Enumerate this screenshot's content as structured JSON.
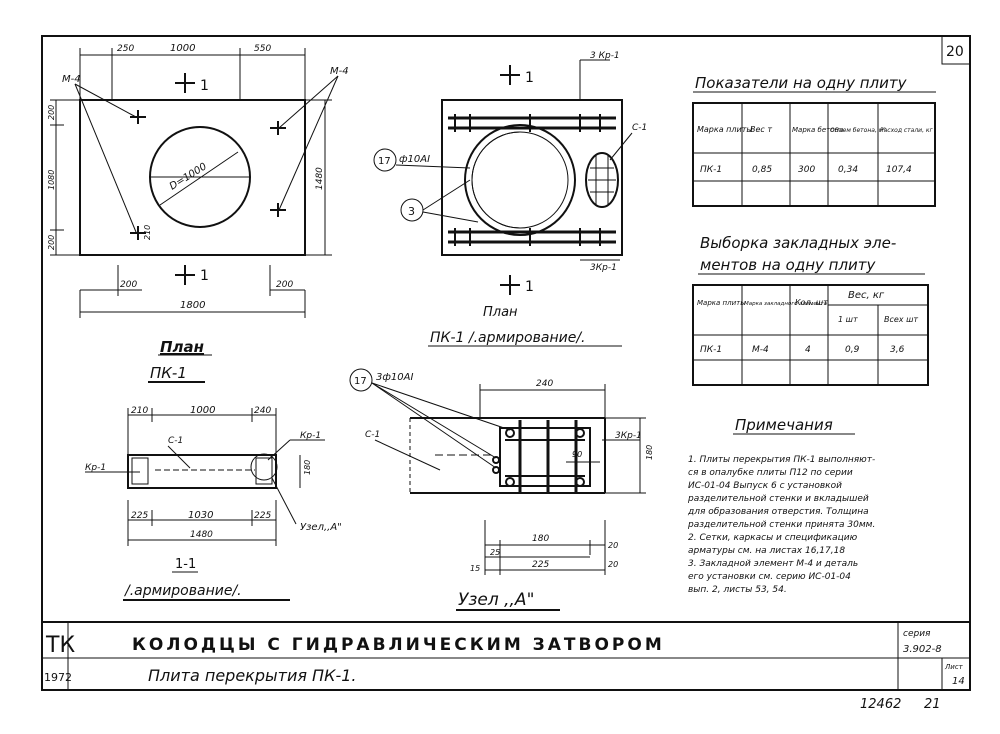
{
  "sheet": {
    "page_no": "20",
    "bottom_code": "12462",
    "bottom_sheet": "21"
  },
  "title_block": {
    "org": "ТК",
    "year": "1972",
    "title": "КОЛОДЦЫ  С  ГИДРАВЛИЧЕСКИМ  ЗАТВОРОМ",
    "subtitle": "Плита перекрытия ПК-1.",
    "series_label": "серия",
    "series_value": "3.902-8",
    "sheet_label": "Лист",
    "sheet_value": "14"
  },
  "plan_view": {
    "caption_1": "План",
    "caption_2": "ПК-1",
    "dims_top": [
      "250",
      "1000",
      "550"
    ],
    "dim_bottom": "1800",
    "dims_bottom_small": [
      "200",
      "200"
    ],
    "dim_right": "1480",
    "dims_left": [
      "200",
      "1080",
      "200"
    ],
    "dim_inner": "210",
    "diameter": "D=1000",
    "embed_left": "М-4",
    "embed_right": "М-4",
    "section_mark": "1"
  },
  "reinf_view": {
    "caption_1": "План",
    "caption_2": "ПК-1 /.армирование/.",
    "cage_top": "3 Кр-1",
    "cage_bottom": "3Кр-1",
    "mesh": "С-1",
    "bar_callout": "17",
    "bar_spec": "ф10АI",
    "callout_3": "3",
    "section_mark": "1"
  },
  "section_view": {
    "caption_1": "1-1",
    "caption_2": "/.армирование/.",
    "dims_top": [
      "210",
      "1000",
      "240"
    ],
    "dims_bottom": [
      "225",
      "1030",
      "225"
    ],
    "dim_total": "1480",
    "dim_height": "180",
    "mesh": "С-1",
    "cage_right": "Кр-1",
    "cage_left": "Кр-1",
    "node_ref": "Узел,,А\""
  },
  "node_view": {
    "caption": "Узел ,,А\"",
    "callout": "17",
    "bar_spec": "3ф10АI",
    "mesh": "С-1",
    "cage": "3Кр-1",
    "dim_top": "240",
    "dim_height": "180",
    "dim_90": "90",
    "dim_180": "180",
    "dim_20a": "20",
    "dim_25": "25",
    "dim_225": "225",
    "dim_20b": "20",
    "dim_15": "15"
  },
  "table1": {
    "title": "Показатели на одну плиту",
    "headers": [
      "Марка плиты",
      "Вес т",
      "Марка бетона",
      "Объем бетона, м³",
      "Расход стали, кг"
    ],
    "rows": [
      [
        "ПК-1",
        "0,85",
        "300",
        "0,34",
        "107,4"
      ]
    ]
  },
  "table2": {
    "title_1": "Выборка закладных эле-",
    "title_2": "ментов на одну плиту",
    "headers": [
      "Марка плиты",
      "Марка закладного элемента",
      "Кол. шт",
      "Вес, кг"
    ],
    "subheaders": [
      "1 шт",
      "Всех шт"
    ],
    "rows": [
      [
        "ПК-1",
        "М-4",
        "4",
        "0,9",
        "3,6"
      ]
    ]
  },
  "notes": {
    "title": "Примечания",
    "lines": [
      "1. Плиты перекрытия ПК-1 выполняют-",
      "ся в опалубке плиты П12 по серии",
      "ИС-01-04 Выпуск 6 с установкой",
      "разделительной стенки и вкладышей",
      "для образования отверстия. Толщина",
      "разделительной стенки принята 30мм.",
      "2. Сетки, каркасы и спецификацию",
      "арматуры см. на листах 16,17,18",
      "3. Закладной элемент М-4 и деталь",
      "его установки см. серию ИС-01-04",
      "вып. 2, листы 53, 54."
    ]
  }
}
